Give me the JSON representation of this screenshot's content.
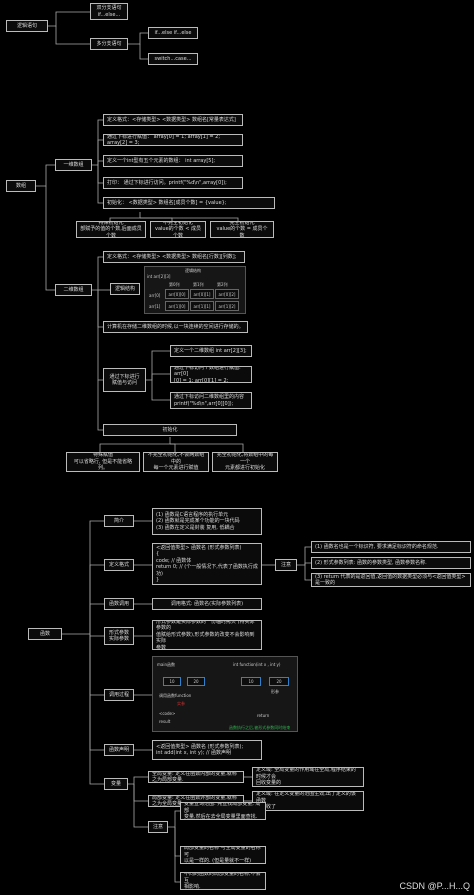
{
  "nodes": {
    "logic": "逻辑语句",
    "single_if": "双分支语句\nif...else...",
    "multi_branch": "多分支语句",
    "if_else_if": "if...else if...else",
    "switch_case": "switch...case...",
    "array": "数组",
    "one_dim": "一维数组",
    "def1": "定义格式：<存储类型>  <数据类型>  数组名[常量表达式]",
    "init_assign": "通过下标进行赋值：   array[0] = 1;  array[1] = 2;  array[2] = 3;",
    "define_int5": "定义一个int型有五个元素的数组：  int array[5];",
    "print_by_index": "打印：   通过下标进行访问。printf(\"%d\\n\",array[0]);",
    "init1": "初始化：  <数据类型>  数组名[成员个数] = {value};",
    "partial1": "特殊初始化\n部赋予的值的个数,后面成员个数",
    "incomplete1": "不完全初始化\nvalue的个数 < 成员个数",
    "complete1": "完全初始化\nvalue的个数 = 成员个数",
    "two_dim": "二维数组",
    "def2": "定义格式：<存储类型>  <数据类型>  数组名[行数][列数];",
    "logic_struct": "逻辑结构",
    "storage": "计算机在存储二维数组的时候,以一块连续的空间进行存储的。",
    "assign_by_index": "通过下标进行\n赋值与访问",
    "define2d": "定义一个二维数组  int arr[2][3];",
    "assign2d": "通过下标访问个数组进行赋值: arr[0]\n[0] = 1; arr[0][1] = 2;",
    "print2d": "通过下标访问二维数组里的内容\nprintf(\"%d\\n\",arr[0][0]);",
    "init2": "初始化",
    "special2": "特殊赋值\n可以省略行, 但是不能省略列。",
    "incomplete2": "不完全初始化,不会两数组中的\n每一个元素进行赋值",
    "complete2": "完全初始化,将数组中的每一个\n元素都进行初始化",
    "func": "函数",
    "intro": "简介",
    "intro_text": "(1) 函数是C语言程序的执行单元\n(2) 函数就是完成某个功能的一块代码\n(3) 函数在定义是封装 复用, 低耦合",
    "def_fmt": "定义格式",
    "def_fmt_text": "<返回值类型> 函数名 (形式参数列表)\n{\n    code; // 函数体\n    return 0; // (个一般情况下,代表了函数执行成功)\n}",
    "note": "注意",
    "note1": "(1) 函数名也是一个标识符, 要求满足标识符的命名规范.",
    "note2": "(2) 形式参数列表: 函数的参数类型, 函数参数名称.",
    "note3": "(3) return 代表的是返回值,返回值的数据类型必须与<返回值类型>是一致的",
    "call": "函数调用",
    "call_text": "调用格式: 函数名(实际参数列表)",
    "params": "形式参数\n实际参数",
    "params_text": "形式参数是实际参数的一份临时拷贝 (将实际参数的\n值赋给形式参数),形式参数的改变不会影响到实际\n参数",
    "call_proc": "调用过程",
    "decl": "函数声明",
    "decl_text": "<返回值类型> 函数名 (形式参数列表);\nint add(int x, int y); // 函数声明",
    "variable": "变量",
    "global": "全局变量: 定义在函数内部的变量,就称之为局部变量.",
    "local": "局部变量: 定义在函数外部的变量,就称之为全局变量",
    "global_scope": "定义域: 全局变量的作用域在全局,程序结束的时候才会\n回收变量的",
    "local_scope": "定义域: 在定义变量的范围生效,出了定义的该函数\n就回收了",
    "note_var": "注意",
    "nv1": "变量查询范围: 先查找局部变量, 局部\n变量,然后在去全局变量里面查找.",
    "nv2": "局部变量的名称 与全局变量的名称可\n以是一样的. (但是量就不一样)",
    "nv3": "不同的函数的局部变量的名称,不会互\n相影响."
  },
  "array_panel": {
    "title": "逻辑结构",
    "row_label": "int arr[2][3]",
    "cols": [
      "第0列",
      "第1列",
      "第2列"
    ],
    "rows": [
      "arr[0]",
      "arr[1]"
    ],
    "cells": [
      [
        "arr[0][0]",
        "arr[0][1]",
        "arr[0][2]"
      ],
      [
        "arr[1][0]",
        "arr[1][1]",
        "arr[1][2]"
      ]
    ]
  },
  "call_panel": {
    "main_label": "main函数",
    "func_label": "int function(int x , int y)",
    "a_val": "10",
    "b_val": "20",
    "call_label": "调用函数function",
    "x_val": "10",
    "y_val": "20",
    "arg_label": "实参",
    "param_label": "形参",
    "return_label": "return",
    "ret_text": "函数执行之后,被形式参数同时结束",
    "code_label": "<code>",
    "result_label": "result"
  },
  "watermark": "CSDN @P...H...Q",
  "colors": {
    "line": "#bbbbbb",
    "accent_red": "#d03030",
    "accent_green": "#30b050",
    "accent_blue": "#3080d0"
  }
}
